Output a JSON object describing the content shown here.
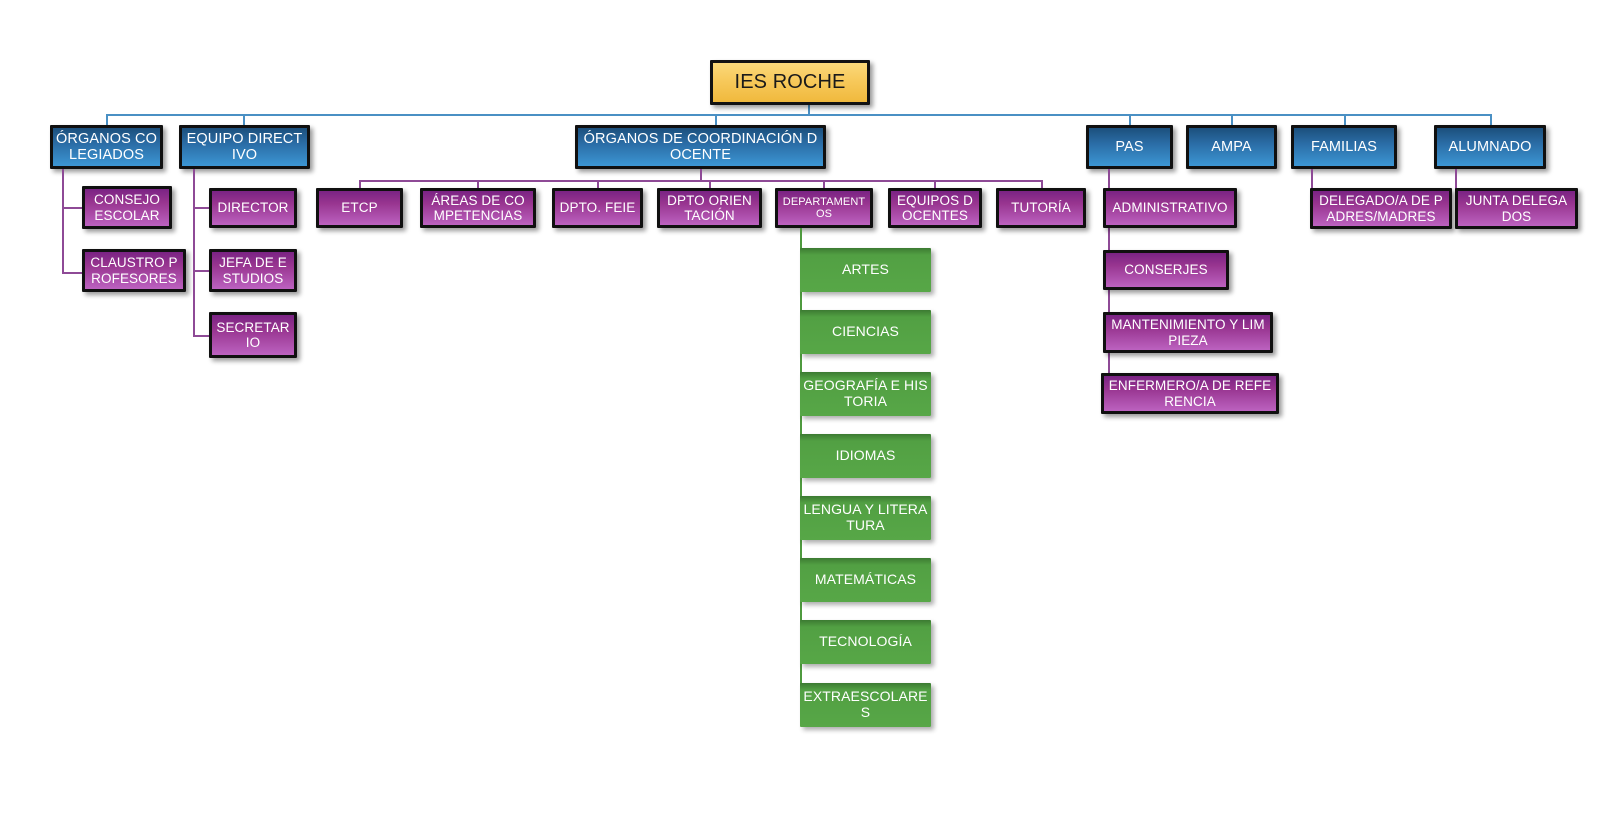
{
  "diagram": {
    "title": "IES ROCHE",
    "type": "organizational-chart",
    "palette": {
      "root": "#f5c851",
      "level1": "#2f7cb8",
      "level2": "#9b3fa0",
      "departments": "#57a747",
      "connector_blue": "#4a90c4",
      "connector_purple": "#8e4a96",
      "connector_green": "#4e9a3e",
      "border": "#101010",
      "text": "#ffffff",
      "root_text": "#1a1a1a"
    }
  },
  "root": {
    "label": "IES ROCHE"
  },
  "branches": [
    {
      "id": "organos-colegiados",
      "label": "ÓRGANOS COLEGIADOS",
      "children": [
        {
          "id": "consejo-escolar",
          "label": "CONSEJO ESCOLAR"
        },
        {
          "id": "claustro-profesores",
          "label": "CLAUSTRO PROFESORES"
        }
      ]
    },
    {
      "id": "equipo-directivo",
      "label": "EQUIPO DIRECTIVO",
      "children": [
        {
          "id": "director",
          "label": "DIRECTOR"
        },
        {
          "id": "jefa-de-estudios",
          "label": "JEFA DE ESTUDIOS"
        },
        {
          "id": "secretario",
          "label": "SECRETARIO"
        }
      ]
    },
    {
      "id": "organos-coordinacion-docente",
      "label": "ÓRGANOS DE COORDINACIÓN DOCENTE",
      "children": [
        {
          "id": "etcp",
          "label": "ETCP"
        },
        {
          "id": "areas-de-competencias",
          "label": "ÁREAS DE COMPETENCIAS"
        },
        {
          "id": "dpto-feie",
          "label": "DPTO. FEIE"
        },
        {
          "id": "dpto-orientacion",
          "label": "DPTO ORIENTACIÓN"
        },
        {
          "id": "departamentos",
          "label": "DEPARTAMENTOS"
        },
        {
          "id": "equipos-docentes",
          "label": "EQUIPOS DOCENTES"
        },
        {
          "id": "tutoria",
          "label": "TUTORÍA"
        }
      ]
    },
    {
      "id": "pas",
      "label": "PAS",
      "children": [
        {
          "id": "administrativo",
          "label": "ADMINISTRATIVO"
        },
        {
          "id": "conserjes",
          "label": "CONSERJES"
        },
        {
          "id": "mantenimiento-y-limpieza",
          "label": "MANTENIMIENTO Y LIMPIEZA"
        },
        {
          "id": "enfermero-de-referencia",
          "label": "ENFERMERO/A DE REFERENCIA"
        }
      ]
    },
    {
      "id": "ampa",
      "label": "AMPA",
      "children": []
    },
    {
      "id": "familias",
      "label": "FAMILIAS",
      "children": [
        {
          "id": "delegado-padres-madres",
          "label": "DELEGADO/A DE PADRES/MADRES"
        }
      ]
    },
    {
      "id": "alumnado",
      "label": "ALUMNADO",
      "children": [
        {
          "id": "junta-delegados",
          "label": "JUNTA DELEGADOS"
        }
      ]
    }
  ],
  "departamentos": {
    "parent": "DEPARTAMENTOS",
    "items": [
      {
        "id": "artes",
        "label": "ARTES"
      },
      {
        "id": "ciencias",
        "label": "CIENCIAS"
      },
      {
        "id": "geografia-e-historia",
        "label": "GEOGRAFÍA E HISTORIA"
      },
      {
        "id": "idiomas",
        "label": "IDIOMAS"
      },
      {
        "id": "lengua-y-literatura",
        "label": "LENGUA Y LITERATURA"
      },
      {
        "id": "matematicas",
        "label": "MATEMÁTICAS"
      },
      {
        "id": "tecnologia",
        "label": "TECNOLOGÍA"
      },
      {
        "id": "extraescolares",
        "label": "EXTRAESCOLARES"
      }
    ]
  }
}
